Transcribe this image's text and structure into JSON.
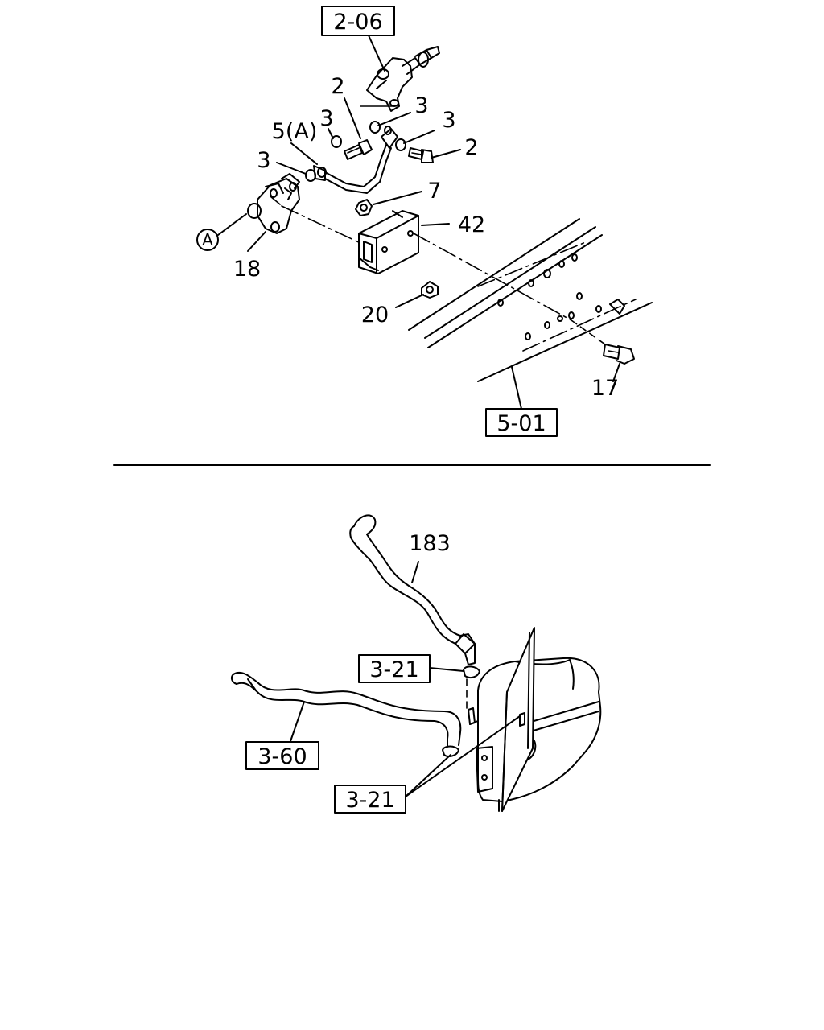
{
  "upper_view": {
    "ref_boxes": {
      "top": "2-06",
      "frame": "5-01"
    },
    "labels": {
      "l2a": "2",
      "l3a": "3",
      "l3b": "3",
      "l5a": "5(A)",
      "l3c": "3",
      "l3d": "3",
      "l2b": "2",
      "l7": "7",
      "l42": "42",
      "l18": "18",
      "l20": "20",
      "l17": "17"
    },
    "circle_callout": "A"
  },
  "lower_view": {
    "ref_boxes": {
      "clip_upper": "3-21",
      "hose": "3-60",
      "clip_lower": "3-21"
    },
    "labels": {
      "l183": "183"
    }
  }
}
